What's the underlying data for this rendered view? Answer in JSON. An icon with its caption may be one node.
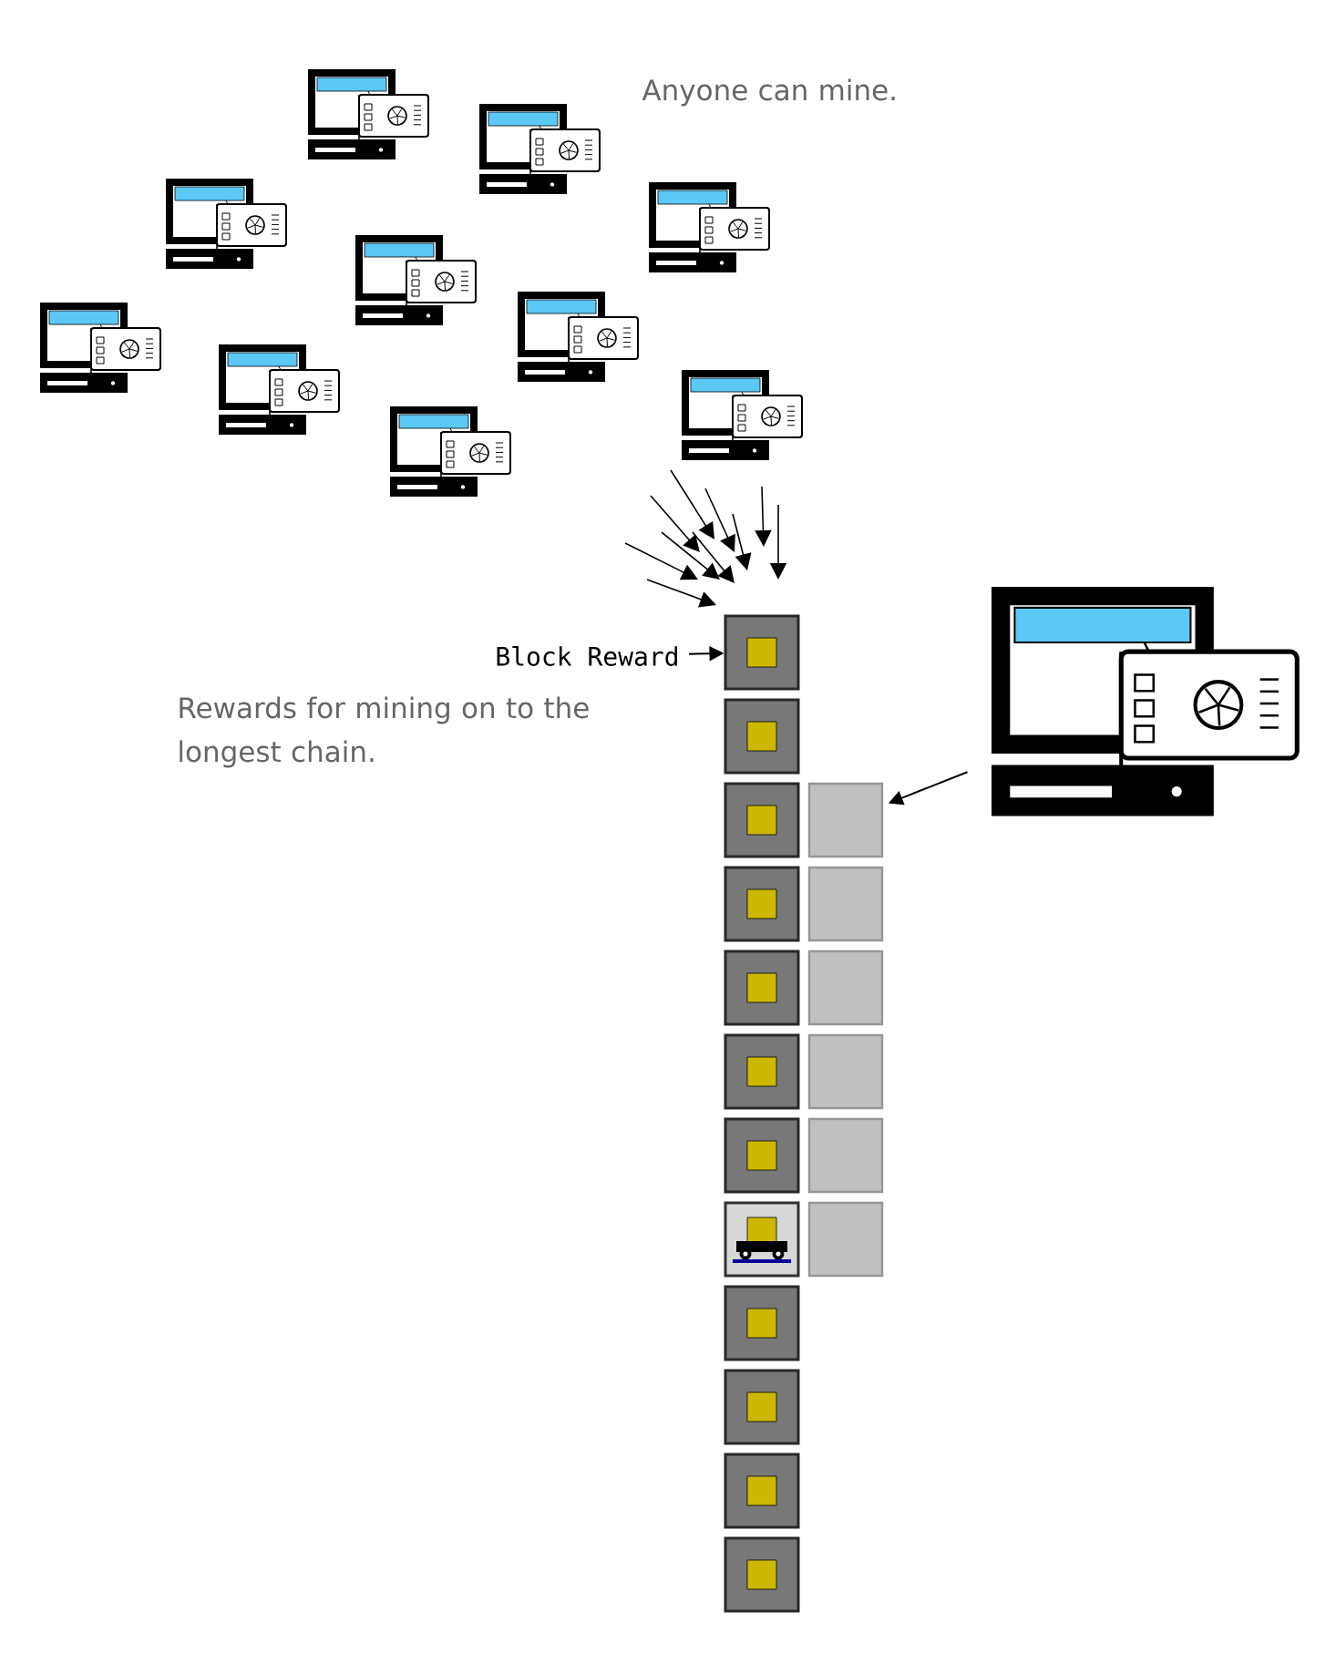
{
  "diagram": {
    "nodes": [
      {
        "text": [
          "Block Reward"
        ]
      },
      {
        "text": [],
        "shape": "box"
      },
      {
        "text": [],
        "shape": "box"
      },
      {
        "text": [],
        "shape": "box"
      },
      {
        "text": [],
        "shape": "box"
      },
      {
        "text": [],
        "shape": "box"
      },
      {
        "text": [],
        "shape": "box"
      },
      {
        "text": [],
        "shape": "box"
      },
      {
        "text": [],
        "shape": "box"
      },
      {
        "text": [],
        "shape": "box"
      },
      {
        "text": [],
        "shape": "box"
      },
      {
        "text": [],
        "shape": "box"
      },
      {
        "text": [],
        "shape": "box"
      },
      {
        "text": [],
        "shape": "box"
      },
      {
        "text": [],
        "shape": "box"
      },
      {
        "text": [],
        "shape": "box"
      },
      {
        "text": [],
        "shape": "box"
      },
      {
        "text": [],
        "shape": "box"
      },
      {
        "text": [],
        "shape": "box"
      },
      {
        "text": [],
        "shape": "picture"
      }
    ],
    "edges": [
      {
        "from": 0,
        "to": 1,
        "arrow": "to"
      },
      {
        "from": 19,
        "to": 13,
        "arrow": "to"
      }
    ],
    "labels": [
      "Anyone can mine.",
      "Rewards for mining on to the longest chain."
    ]
  }
}
